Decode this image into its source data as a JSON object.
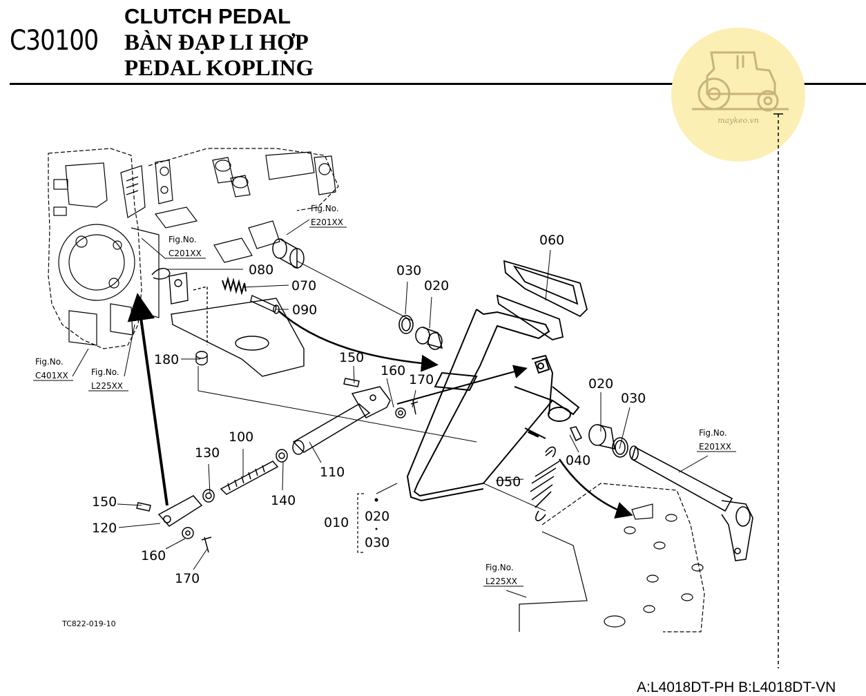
{
  "header": {
    "code": "C30100",
    "title_en": "CLUTCH PEDAL",
    "title_vi": "BÀN ĐẠP LI HỢP",
    "title_id": "PEDAL KOPLING"
  },
  "watermark": {
    "text": "maykeo.vn",
    "icon": "tractor-icon"
  },
  "figure_refs": {
    "fig_no": "Fig.No.",
    "e201_top": "E201XX",
    "c201": "C201XX",
    "c401": "C401XX",
    "l225_left": "L225XX",
    "e201_right": "E201XX",
    "l225_bottom": "L225XX"
  },
  "part_labels": {
    "p060": "060",
    "p030_top": "030",
    "p020_top": "020",
    "p080": "080",
    "p070": "070",
    "p090": "090",
    "p180": "180",
    "p150_mid": "150",
    "p160_mid": "160",
    "p170_mid": "170",
    "p020_right": "020",
    "p030_right": "030",
    "p100": "100",
    "p130": "130",
    "p140": "140",
    "p110": "110",
    "p040": "040",
    "p050": "050",
    "p150_low": "150",
    "p120": "120",
    "p160_low": "160",
    "p170_low": "170",
    "p010": "010",
    "p020_group": "020",
    "p030_group": "030"
  },
  "drawing_code": "TC822-019-10",
  "footer": "A:L4018DT-PH B:L4018DT-VN"
}
